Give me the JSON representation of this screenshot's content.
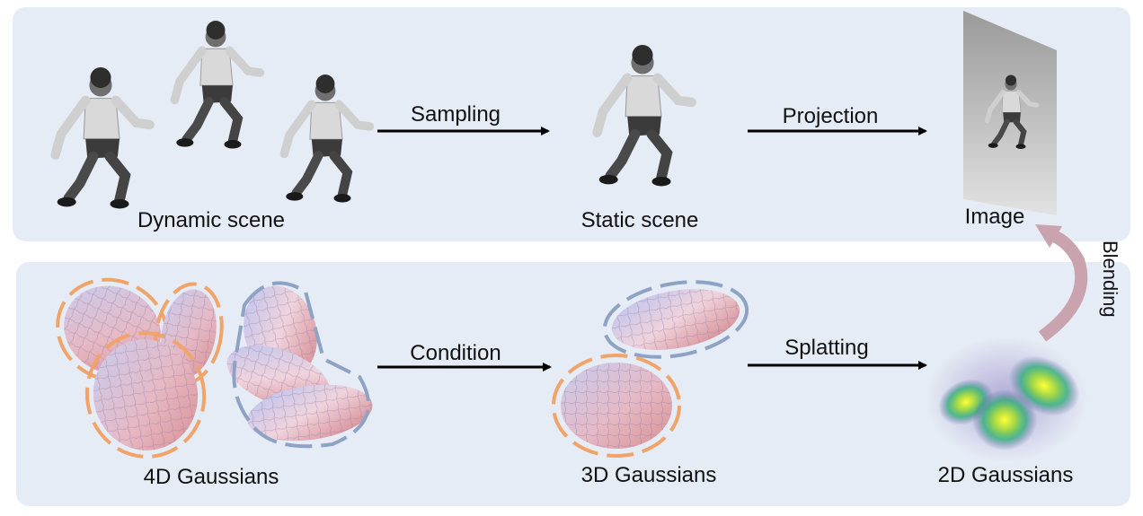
{
  "top": {
    "dynamic_scene": "Dynamic scene",
    "sampling": "Sampling",
    "static_scene": "Static scene",
    "projection": "Projection",
    "image": "Image"
  },
  "bottom": {
    "gaussians_4d": "4D Gaussians",
    "condition": "Condition",
    "gaussians_3d": "3D Gaussians",
    "splatting": "Splatting",
    "gaussians_2d": "2D Gaussians"
  },
  "blending": "Blending",
  "colors": {
    "panel": "#e6ecf5",
    "orange_dash": "#f0a46a",
    "blue_dash": "#8ea2c4",
    "arrow": "#000000",
    "blend_arrow": "#c9a3ad"
  },
  "icons": [
    "player-figure",
    "ellipsoid",
    "gaussian-blob"
  ]
}
